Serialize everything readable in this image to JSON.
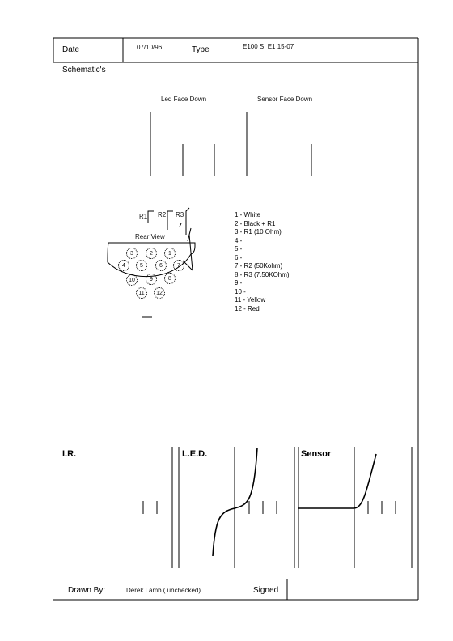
{
  "header": {
    "date_label": "Date",
    "date_value": "07/10/96",
    "type_label": "Type",
    "type_value": "E100 SI E1 15-07"
  },
  "schematic": {
    "title": "Schematic's",
    "led_label": "Led Face Down",
    "sensor_label": "Sensor Face Down",
    "resistors": [
      "R1",
      "R2",
      "R3"
    ],
    "rear_view_label": "Rear View",
    "connector_pins": [
      "1",
      "2",
      "3",
      "4",
      "5",
      "6",
      "7",
      "8",
      "9",
      "10",
      "11",
      "12"
    ],
    "pin_list": [
      "1 - White",
      "2 - Black + R1",
      "3 - R1 (10 Ohm)",
      "4 -",
      "5 -",
      "6 -",
      "7 - R2 (50Kohm)",
      "8 - R3 (7.50KOhm)",
      "9 -",
      "10 -",
      "11 - Yellow",
      "12 - Red"
    ]
  },
  "graphs": {
    "ir_label": "I.R.",
    "led_label": "L.E.D.",
    "sensor_label": "Sensor"
  },
  "footer": {
    "drawn_by_label": "Drawn By:",
    "drawn_by_value": "Derek Lamb ( unchecked)",
    "signed_label": "Signed"
  },
  "colors": {
    "ink": "#000000",
    "paper": "#ffffff"
  }
}
